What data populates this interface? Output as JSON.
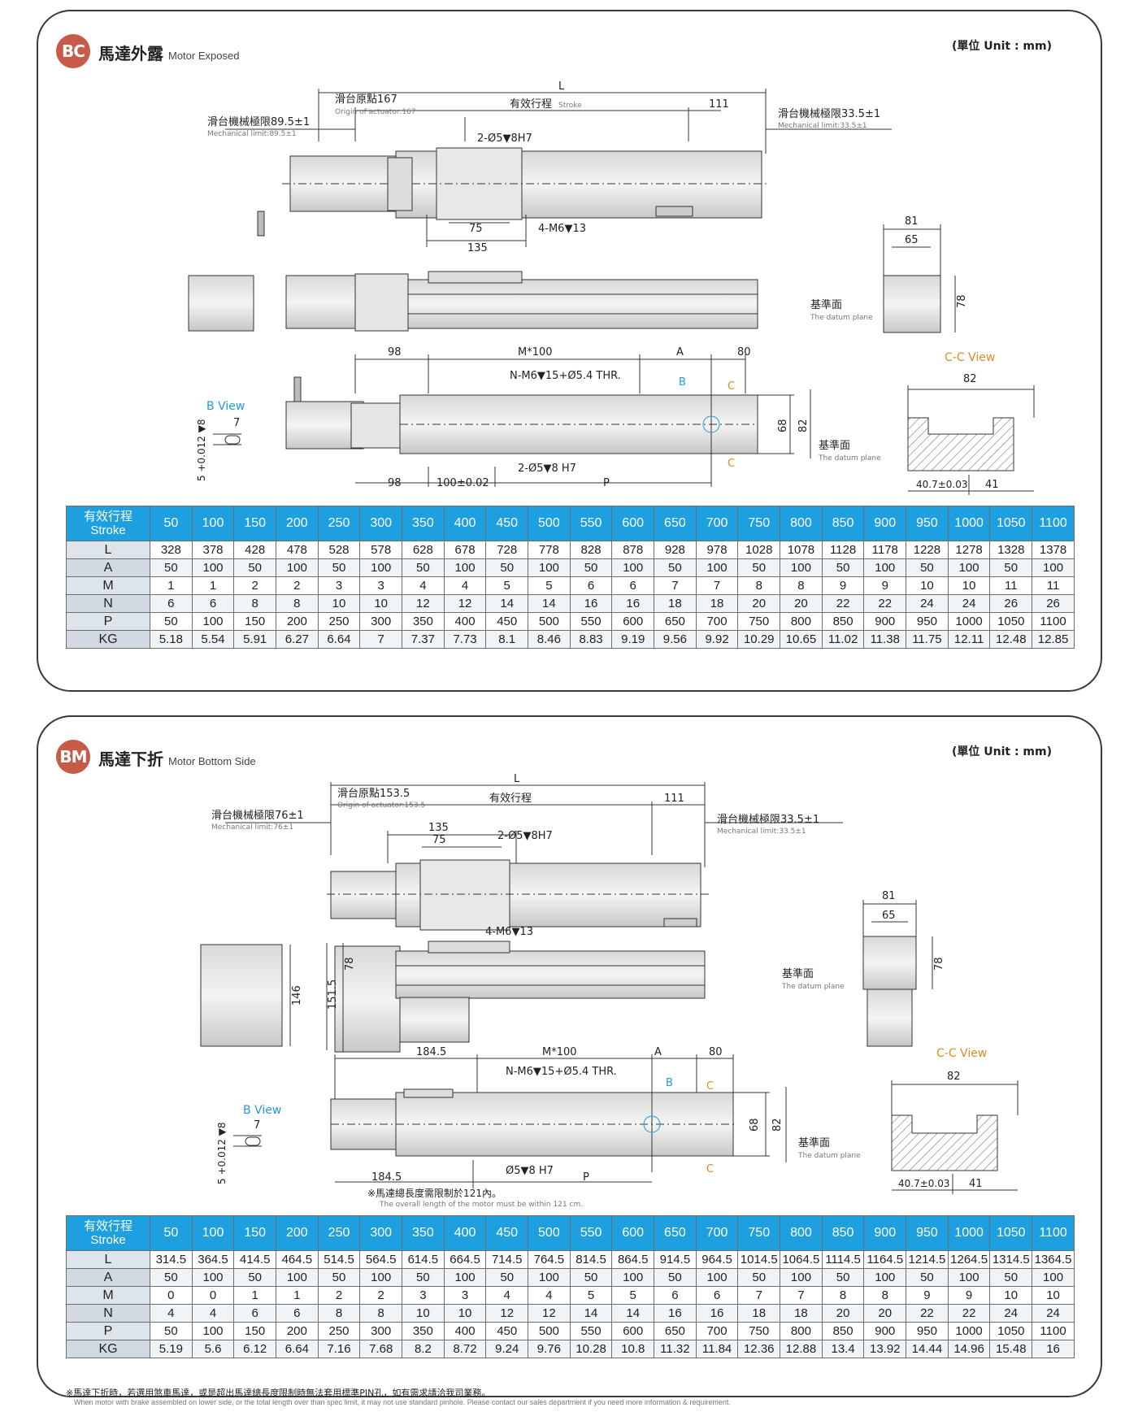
{
  "bc": {
    "badge": "BC",
    "title": "馬達外露",
    "title_en": "Motor Exposed",
    "unit": "(單位 Unit : mm)",
    "drawing": {
      "L": "L",
      "origin": "滑台原點167",
      "origin_en": "Origin of actuator:167",
      "stroke": "有效行程",
      "stroke_en": "Stroke",
      "d111": "111",
      "mech_left": "滑台機械極限89.5±1",
      "mech_left_en": "Mechanical limit:89.5±1",
      "mech_right": "滑台機械極限33.5±1",
      "mech_right_en": "Mechanical limit:33.5±1",
      "pin": "2-Ø5▼8H7",
      "d75": "75",
      "d135": "135",
      "m6": "4-M6▼13",
      "d81": "81",
      "d65": "65",
      "d78": "78",
      "datum": "基準面",
      "datum_en": "The datum plane",
      "d98": "98",
      "m100": "M*100",
      "A": "A",
      "d80": "80",
      "nm6": "N-M6▼15+Ø5.4 THR.",
      "B": "B",
      "C": "C",
      "cc_view": "C-C View",
      "d82": "82",
      "b_view": "B View",
      "d7": "7",
      "tol": "5 +0.012 ▼8",
      "tol0": "0",
      "d68": "68",
      "pin2": "2-Ø5▼8 H7",
      "d98b": "98",
      "d100tol": "100±0.02",
      "P": "P",
      "d407": "40.7±0.03",
      "d41": "41"
    },
    "table": {
      "head1": "有效行程",
      "head2": "Stroke",
      "strokes": [
        "50",
        "100",
        "150",
        "200",
        "250",
        "300",
        "350",
        "400",
        "450",
        "500",
        "550",
        "600",
        "650",
        "700",
        "750",
        "800",
        "850",
        "900",
        "950",
        "1000",
        "1050",
        "1100"
      ],
      "rows": [
        {
          "label": "L",
          "values": [
            "328",
            "378",
            "428",
            "478",
            "528",
            "578",
            "628",
            "678",
            "728",
            "778",
            "828",
            "878",
            "928",
            "978",
            "1028",
            "1078",
            "1128",
            "1178",
            "1228",
            "1278",
            "1328",
            "1378"
          ]
        },
        {
          "label": "A",
          "values": [
            "50",
            "100",
            "50",
            "100",
            "50",
            "100",
            "50",
            "100",
            "50",
            "100",
            "50",
            "100",
            "50",
            "100",
            "50",
            "100",
            "50",
            "100",
            "50",
            "100",
            "50",
            "100"
          ]
        },
        {
          "label": "M",
          "values": [
            "1",
            "1",
            "2",
            "2",
            "3",
            "3",
            "4",
            "4",
            "5",
            "5",
            "6",
            "6",
            "7",
            "7",
            "8",
            "8",
            "9",
            "9",
            "10",
            "10",
            "11",
            "11"
          ]
        },
        {
          "label": "N",
          "values": [
            "6",
            "6",
            "8",
            "8",
            "10",
            "10",
            "12",
            "12",
            "14",
            "14",
            "16",
            "16",
            "18",
            "18",
            "20",
            "20",
            "22",
            "22",
            "24",
            "24",
            "26",
            "26"
          ]
        },
        {
          "label": "P",
          "values": [
            "50",
            "100",
            "150",
            "200",
            "250",
            "300",
            "350",
            "400",
            "450",
            "500",
            "550",
            "600",
            "650",
            "700",
            "750",
            "800",
            "850",
            "900",
            "950",
            "1000",
            "1050",
            "1100"
          ]
        },
        {
          "label": "KG",
          "values": [
            "5.18",
            "5.54",
            "5.91",
            "6.27",
            "6.64",
            "7",
            "7.37",
            "7.73",
            "8.1",
            "8.46",
            "8.83",
            "9.19",
            "9.56",
            "9.92",
            "10.29",
            "10.65",
            "11.02",
            "11.38",
            "11.75",
            "12.11",
            "12.48",
            "12.85"
          ]
        }
      ]
    }
  },
  "bm": {
    "badge": "BM",
    "title": "馬達下折",
    "title_en": "Motor Bottom Side",
    "unit": "(單位 Unit : mm)",
    "drawing": {
      "L": "L",
      "origin": "滑台原點153.5",
      "origin_en": "Origin of actuator:153.5",
      "stroke": "有效行程",
      "d111": "111",
      "mech_left": "滑台機械極限76±1",
      "mech_left_en": "Mechanical limit:76±1",
      "mech_right": "滑台機械極限33.5±1",
      "mech_right_en": "Mechanical limit:33.5±1",
      "d135": "135",
      "d75": "75",
      "pin": "2-Ø5▼8H7",
      "m6": "4-M6▼13",
      "d81": "81",
      "d65": "65",
      "d78": "78",
      "d78b": "78",
      "d146": "146",
      "d1515": "151.5",
      "datum": "基準面",
      "datum_en": "The datum plane",
      "d1845": "184.5",
      "m100": "M*100",
      "A": "A",
      "d80": "80",
      "nm6": "N-M6▼15+Ø5.4 THR.",
      "B": "B",
      "C": "C",
      "cc_view": "C-C View",
      "d82": "82",
      "b_view": "B View",
      "d7": "7",
      "tol": "5 +0.012 ▼8",
      "tol0": "0",
      "d68": "68",
      "pin2": "Ø5▼8 H7",
      "d1845b": "184.5",
      "P": "P",
      "motor_note": "※馬達總長度需限制於121內。",
      "motor_note_en": "The overall length of the motor must be within 121 cm.",
      "d407": "40.7±0.03",
      "d41": "41"
    },
    "table": {
      "head1": "有效行程",
      "head2": "Stroke",
      "strokes": [
        "50",
        "100",
        "150",
        "200",
        "250",
        "300",
        "350",
        "400",
        "450",
        "500",
        "550",
        "600",
        "650",
        "700",
        "750",
        "800",
        "850",
        "900",
        "950",
        "1000",
        "1050",
        "1100"
      ],
      "rows": [
        {
          "label": "L",
          "values": [
            "314.5",
            "364.5",
            "414.5",
            "464.5",
            "514.5",
            "564.5",
            "614.5",
            "664.5",
            "714.5",
            "764.5",
            "814.5",
            "864.5",
            "914.5",
            "964.5",
            "1014.5",
            "1064.5",
            "1114.5",
            "1164.5",
            "1214.5",
            "1264.5",
            "1314.5",
            "1364.5"
          ]
        },
        {
          "label": "A",
          "values": [
            "50",
            "100",
            "50",
            "100",
            "50",
            "100",
            "50",
            "100",
            "50",
            "100",
            "50",
            "100",
            "50",
            "100",
            "50",
            "100",
            "50",
            "100",
            "50",
            "100",
            "50",
            "100"
          ]
        },
        {
          "label": "M",
          "values": [
            "0",
            "0",
            "1",
            "1",
            "2",
            "2",
            "3",
            "3",
            "4",
            "4",
            "5",
            "5",
            "6",
            "6",
            "7",
            "7",
            "8",
            "8",
            "9",
            "9",
            "10",
            "10"
          ]
        },
        {
          "label": "N",
          "values": [
            "4",
            "4",
            "6",
            "6",
            "8",
            "8",
            "10",
            "10",
            "12",
            "12",
            "14",
            "14",
            "16",
            "16",
            "18",
            "18",
            "20",
            "20",
            "22",
            "22",
            "24",
            "24"
          ]
        },
        {
          "label": "P",
          "values": [
            "50",
            "100",
            "150",
            "200",
            "250",
            "300",
            "350",
            "400",
            "450",
            "500",
            "550",
            "600",
            "650",
            "700",
            "750",
            "800",
            "850",
            "900",
            "950",
            "1000",
            "1050",
            "1100"
          ]
        },
        {
          "label": "KG",
          "values": [
            "5.19",
            "5.6",
            "6.12",
            "6.64",
            "7.16",
            "7.68",
            "8.2",
            "8.72",
            "9.24",
            "9.76",
            "10.28",
            "10.8",
            "11.32",
            "11.84",
            "12.36",
            "12.88",
            "13.4",
            "13.92",
            "14.44",
            "14.96",
            "15.48",
            "16"
          ]
        }
      ]
    },
    "note": "※馬達下折時，若選用煞車馬達，或是超出馬達總長度限制時無法套用標準PIN孔，如有需求請洽我司業務。",
    "note_en": "When motor with brake assembled on lower side, or the total length over than spec limit, it may not use standard pinhole. Please contact our sales department if you need more information & requirement."
  },
  "colors": {
    "header_blue": "#1ea0e0",
    "badge_red": "#c85a4a",
    "accent_orange": "#e08a1e",
    "accent_blue": "#1e9ad6"
  }
}
